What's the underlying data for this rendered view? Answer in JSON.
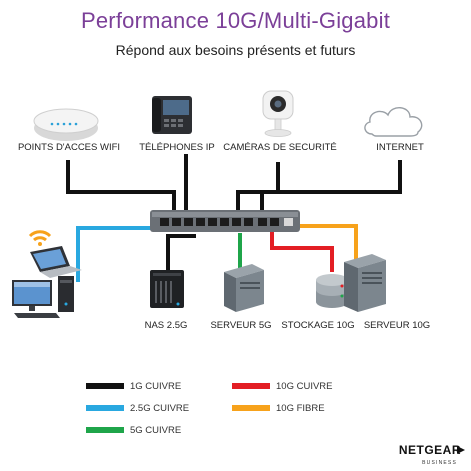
{
  "title": "Performance 10G/Multi-Gigabit",
  "subtitle": "Répond aux besoins présents et futurs",
  "devices": {
    "wifi": "POINTS D'ACCES WIFI",
    "phones": "TÉLÉPHONES IP",
    "cameras": "CAMÉRAS DE SECURITÉ",
    "internet": "INTERNET",
    "nas": "NAS 2.5G",
    "server5g": "SERVEUR 5G",
    "storage10g": "STOCKAGE 10G",
    "server10g": "SERVEUR 10G"
  },
  "legend": [
    {
      "label": "1G CUIVRE",
      "color": "#111111"
    },
    {
      "label": "2.5G CUIVRE",
      "color": "#29a8e0"
    },
    {
      "label": "5G CUIVRE",
      "color": "#1fa54a"
    },
    {
      "label": "10G CUIVRE",
      "color": "#e31e24"
    },
    {
      "label": "10G FIBRE",
      "color": "#f7a21b"
    }
  ],
  "brand": {
    "name": "NETGEAR",
    "tagline": "BUSINESS"
  }
}
